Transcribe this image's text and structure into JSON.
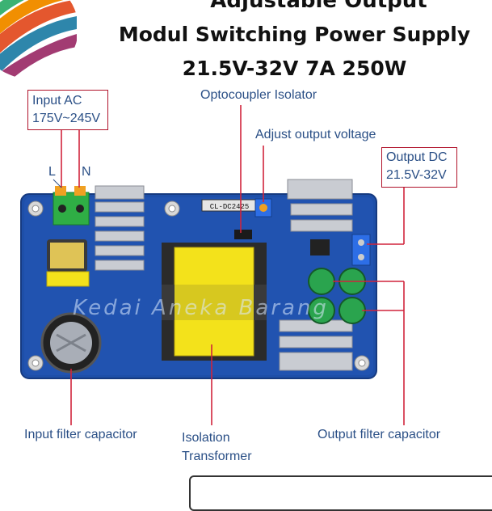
{
  "title": {
    "line1": "Adjustable Output",
    "line2": "Modul Switching Power Supply",
    "line3": "21.5V-32V 7A 250W"
  },
  "labels": {
    "input_ac_title": "Input AC",
    "input_ac_range": "175V~245V",
    "live": "L",
    "neutral": "N",
    "optocoupler": "Optocoupler Isolator",
    "adjust_voltage": "Adjust output voltage",
    "output_dc_title": "Output DC",
    "output_dc_range": "21.5V-32V",
    "input_filter": "Input filter capacitor",
    "isolation_1": "Isolation",
    "isolation_2": "Transformer",
    "output_filter": "Output filter capacitor",
    "chip_label": "CL-DC2425"
  },
  "watermark": "Kedai Aneka Barang",
  "colors": {
    "board_blue": "#1e4fa8",
    "label_blue": "#2a4f86",
    "pointer_red": "#d0243c",
    "transformer_yellow": "#f3e21b"
  }
}
